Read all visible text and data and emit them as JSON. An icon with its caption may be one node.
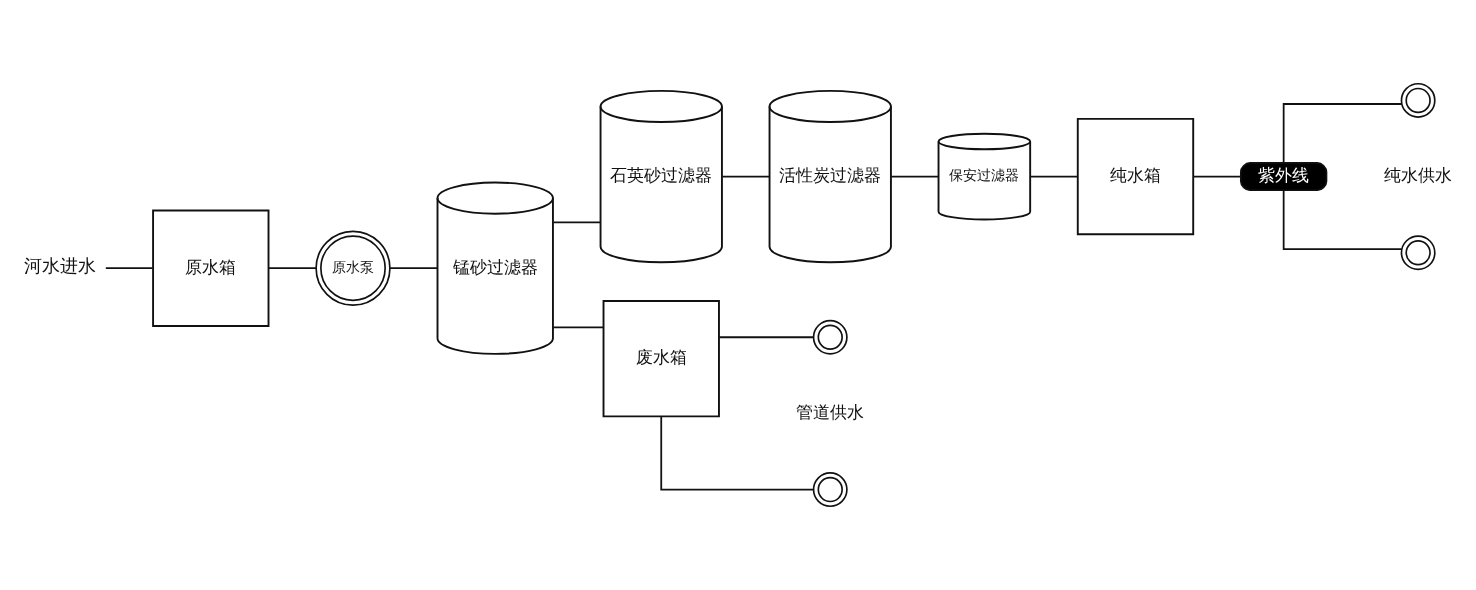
{
  "diagram": {
    "nodes": [
      {
        "text": [
          "河水进水"
        ]
      },
      {
        "text": [
          "原水箱"
        ]
      },
      {
        "text": [
          "原水泵"
        ]
      },
      {
        "text": [
          "锰砂过滤器"
        ]
      },
      {
        "text": [
          "石英砂过滤器"
        ]
      },
      {
        "text": [
          "活性炭过滤器"
        ]
      },
      {
        "text": [
          "保安过滤器"
        ]
      },
      {
        "text": [
          "纯水箱"
        ]
      },
      {
        "text": [
          "紫外线"
        ]
      },
      {
        "text": [],
        "shape": "picture"
      },
      {
        "text": [],
        "shape": "picture"
      },
      {
        "text": [
          "废水箱"
        ]
      },
      {
        "text": [],
        "shape": "picture"
      },
      {
        "text": [],
        "shape": "picture"
      }
    ],
    "edges": [
      {
        "from": 0,
        "to": 1,
        "arrow": "none"
      },
      {
        "from": 1,
        "to": 2,
        "arrow": "none"
      },
      {
        "from": 2,
        "to": 3,
        "arrow": "none"
      },
      {
        "from": 3,
        "to": 4,
        "arrow": "none"
      },
      {
        "from": 4,
        "to": 5,
        "arrow": "none"
      },
      {
        "from": 5,
        "to": 6,
        "arrow": "none"
      },
      {
        "from": 6,
        "to": 7,
        "arrow": "none"
      },
      {
        "from": 7,
        "to": 8,
        "arrow": "none"
      },
      {
        "from": 8,
        "to": 9,
        "arrow": "none"
      },
      {
        "from": 8,
        "to": 10,
        "arrow": "none"
      },
      {
        "from": 3,
        "to": 11,
        "arrow": "none"
      },
      {
        "from": 11,
        "to": 12,
        "arrow": "none"
      },
      {
        "from": 11,
        "to": 13,
        "arrow": "none"
      }
    ],
    "labels": [
      "纯水供水",
      "管道供水"
    ]
  }
}
